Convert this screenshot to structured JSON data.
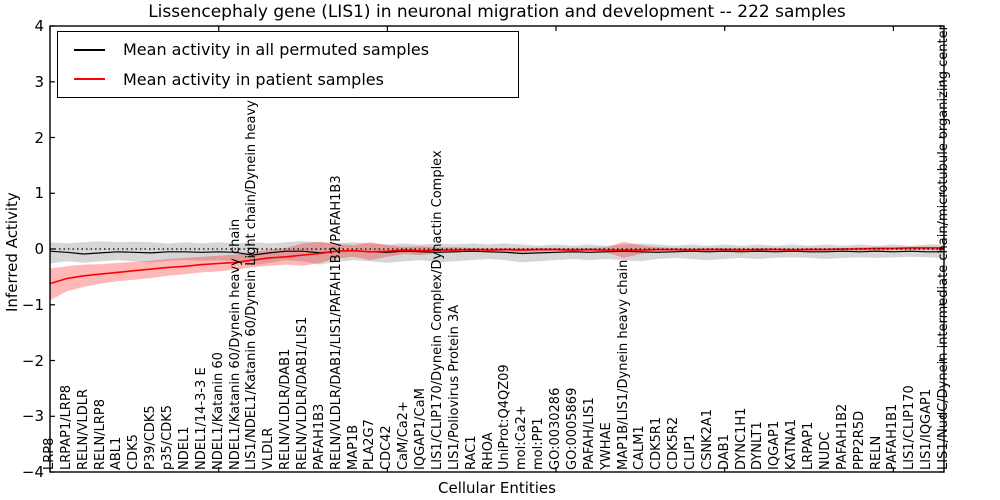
{
  "title": "Lissencephaly gene (LIS1) in neuronal migration and development -- 222 samples",
  "legend": {
    "items": [
      {
        "label": "Mean activity in all permuted samples",
        "color": "#000000"
      },
      {
        "label": "Mean activity in patient samples",
        "color": "#ff0000"
      }
    ],
    "position": "upper left"
  },
  "chart_data": {
    "type": "line",
    "title": "Lissencephaly gene (LIS1) in neuronal migration and development -- 222 samples",
    "xlabel": "Cellular Entities",
    "ylabel": "Inferred Activity",
    "ylim": [
      -4,
      4
    ],
    "yticks": [
      4,
      3,
      2,
      1,
      0,
      -1,
      -2,
      -3,
      -4
    ],
    "ytick_labels": [
      "4",
      "3",
      "2",
      "1",
      "0",
      "−1",
      "−2",
      "−3",
      "−4"
    ],
    "xtick_mark_positions": [
      0,
      10,
      20,
      30,
      40,
      50
    ],
    "grid": false,
    "reference_line": {
      "y": 0,
      "style": "dotted",
      "color": "#000000"
    },
    "categories": [
      "LRP8",
      "LRPAP1/LRP8",
      "RELN/VLDLR",
      "RELN/LRP8",
      "ABL1",
      "CDK5",
      "P39/CDK5",
      "p35/CDK5",
      "NDEL1",
      "NDEL1/14-3-3 E",
      "NDEL1/Katanin 60",
      "NDEL1/Katanin 60/Dynein heavy chain",
      "LIS1/NDEL1/Katanin 60/Dynein Light chain/Dynein heavy chain",
      "VLDLR",
      "RELN/VLDLR/DAB1",
      "RELN/VLDLR/DAB1/LIS1",
      "PAFAH1B3",
      "RELN/VLDLR/DAB1/LIS1/PAFAH1B2/PAFAH1B3",
      "MAP1B",
      "PLA2G7",
      "CDC42",
      "CaM/Ca2+",
      "IQGAP1/CaM",
      "LIS1/CLIP170/Dynein Complex/Dynactin Complex",
      "LIS1/Poliovirus Protein 3A",
      "RAC1",
      "RHOA",
      "UniProt:Q4QZ09",
      "mol:Ca2+",
      "mol:PP1",
      "GO:0030286",
      "GO:0005869",
      "PAFAH/LIS1",
      "YWHAE",
      "MAP1B/LIS1/Dynein heavy chain",
      "CALM1",
      "CDK5R1",
      "CDK5R2",
      "CLIP1",
      "CSNK2A1",
      "DAB1",
      "DYNC1H1",
      "DYNLT1",
      "IQGAP1",
      "KATNA1",
      "LRPAP1",
      "NUDC",
      "PAFAH1B2",
      "PPP2R5D",
      "RELN",
      "PAFAH1B1",
      "LIS1/CLIP170",
      "LIS1/IQGAP1",
      "LIS1/NudC/Dynein intermediate chain/microtubule organizing center"
    ],
    "series": [
      {
        "name": "Mean activity in all permuted samples",
        "color": "#000000",
        "band_color": "rgba(120,120,120,0.30)",
        "values": [
          -0.04,
          -0.06,
          -0.09,
          -0.07,
          -0.05,
          -0.06,
          -0.07,
          -0.05,
          -0.05,
          -0.06,
          -0.05,
          -0.06,
          -0.11,
          -0.07,
          -0.04,
          -0.04,
          -0.07,
          -0.04,
          -0.03,
          -0.05,
          -0.06,
          -0.04,
          -0.05,
          -0.06,
          -0.05,
          -0.04,
          -0.05,
          -0.06,
          -0.08,
          -0.07,
          -0.06,
          -0.05,
          -0.06,
          -0.05,
          -0.04,
          -0.05,
          -0.06,
          -0.05,
          -0.04,
          -0.05,
          -0.04,
          -0.05,
          -0.04,
          -0.05,
          -0.04,
          -0.05,
          -0.05,
          -0.04,
          -0.05,
          -0.04,
          -0.05,
          -0.04,
          -0.05,
          -0.05
        ],
        "band_low": [
          -0.26,
          -0.22,
          -0.25,
          -0.22,
          -0.2,
          -0.22,
          -0.24,
          -0.21,
          -0.2,
          -0.21,
          -0.2,
          -0.22,
          -0.29,
          -0.25,
          -0.2,
          -0.22,
          -0.28,
          -0.23,
          -0.2,
          -0.22,
          -0.25,
          -0.22,
          -0.2,
          -0.24,
          -0.22,
          -0.2,
          -0.18,
          -0.2,
          -0.24,
          -0.22,
          -0.2,
          -0.18,
          -0.2,
          -0.18,
          -0.2,
          -0.22,
          -0.18,
          -0.16,
          -0.18,
          -0.2,
          -0.18,
          -0.16,
          -0.18,
          -0.16,
          -0.15,
          -0.16,
          -0.18,
          -0.16,
          -0.15,
          -0.16,
          -0.15,
          -0.14,
          -0.15,
          -0.16
        ],
        "band_high": [
          0.12,
          0.1,
          0.12,
          0.14,
          0.12,
          0.13,
          0.12,
          0.1,
          0.12,
          0.1,
          0.12,
          0.1,
          0.12,
          0.1,
          0.12,
          0.14,
          0.12,
          0.1,
          0.12,
          0.1,
          0.08,
          0.1,
          0.08,
          0.1,
          0.08,
          0.1,
          0.08,
          0.1,
          0.08,
          0.06,
          0.08,
          0.06,
          0.08,
          0.06,
          0.08,
          0.1,
          0.08,
          0.06,
          0.08,
          0.06,
          0.08,
          0.06,
          0.08,
          0.06,
          0.08,
          0.06,
          0.08,
          0.06,
          0.08,
          0.06,
          0.08,
          0.06,
          0.08,
          0.08
        ]
      },
      {
        "name": "Mean activity in patient samples",
        "color": "#ff0000",
        "band_color": "rgba(255,0,0,0.28)",
        "values": [
          -0.62,
          -0.53,
          -0.48,
          -0.45,
          -0.42,
          -0.39,
          -0.36,
          -0.33,
          -0.31,
          -0.28,
          -0.26,
          -0.24,
          -0.2,
          -0.16,
          -0.14,
          -0.11,
          -0.08,
          -0.04,
          -0.03,
          -0.05,
          -0.04,
          -0.02,
          -0.03,
          -0.02,
          -0.02,
          -0.01,
          -0.02,
          -0.01,
          -0.02,
          -0.01,
          -0.01,
          -0.02,
          -0.01,
          -0.02,
          -0.02,
          -0.02,
          -0.01,
          -0.01,
          -0.02,
          -0.01,
          -0.01,
          -0.02,
          -0.01,
          -0.01,
          -0.02,
          -0.01,
          -0.01,
          0.0,
          0.0,
          0.01,
          0.01,
          0.02,
          0.02,
          0.02
        ],
        "band_low": [
          -0.92,
          -0.76,
          -0.68,
          -0.62,
          -0.58,
          -0.55,
          -0.52,
          -0.48,
          -0.45,
          -0.42,
          -0.4,
          -0.37,
          -0.33,
          -0.3,
          -0.28,
          -0.3,
          -0.25,
          -0.17,
          -0.14,
          -0.2,
          -0.14,
          -0.09,
          -0.11,
          -0.07,
          -0.06,
          -0.05,
          -0.06,
          -0.05,
          -0.06,
          -0.05,
          -0.04,
          -0.05,
          -0.04,
          -0.06,
          -0.16,
          -0.09,
          -0.05,
          -0.04,
          -0.05,
          -0.04,
          -0.04,
          -0.05,
          -0.04,
          -0.04,
          -0.05,
          -0.04,
          -0.04,
          -0.03,
          -0.03,
          -0.03,
          -0.02,
          -0.02,
          -0.02,
          -0.03
        ],
        "band_high": [
          -0.35,
          -0.31,
          -0.28,
          -0.27,
          -0.25,
          -0.23,
          -0.21,
          -0.18,
          -0.16,
          -0.14,
          -0.12,
          -0.1,
          -0.06,
          -0.01,
          0.02,
          0.1,
          0.13,
          0.09,
          0.07,
          0.12,
          0.07,
          0.04,
          0.05,
          0.03,
          0.03,
          0.02,
          0.02,
          0.02,
          0.02,
          0.02,
          0.02,
          0.02,
          0.02,
          0.03,
          0.13,
          0.07,
          0.03,
          0.02,
          0.02,
          0.02,
          0.02,
          0.02,
          0.02,
          0.02,
          0.02,
          0.02,
          0.02,
          0.02,
          0.03,
          0.03,
          0.03,
          0.04,
          0.04,
          0.04
        ]
      }
    ]
  }
}
